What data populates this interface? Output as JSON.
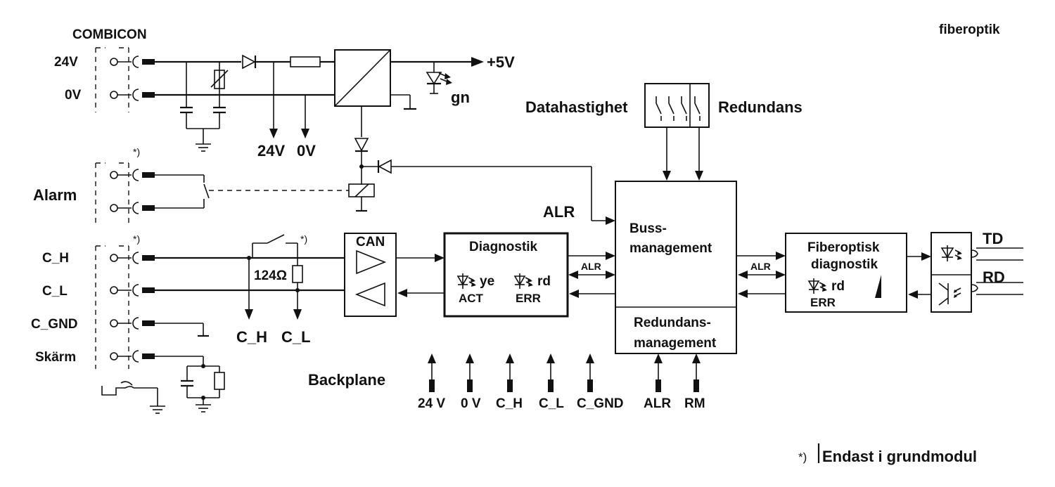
{
  "labels": {
    "combicon": "COMBICON",
    "fiberoptik": "fiberoptik",
    "v24": "24V",
    "v0": "0V",
    "plus5v": "+5V",
    "gn": "gn",
    "out24v": "24V",
    "out0v": "0V",
    "alarm": "Alarm",
    "star_alarm": "*)",
    "star_can": "*)",
    "star_switch": "*)",
    "c_h": "C_H",
    "c_l": "C_L",
    "c_gnd": "C_GND",
    "skarm": "Skärm",
    "resistor": "124Ω",
    "bus_c_h": "C_H",
    "bus_c_l": "C_L",
    "datahastighet": "Datahastighet",
    "redundans": "Redundans",
    "alr_side": "ALR",
    "can": "CAN",
    "diagnostik": "Diagnostik",
    "ye": "ye",
    "rd_diag": "rd",
    "act": "ACT",
    "err_diag": "ERR",
    "alr_mid": "ALR",
    "buss_line1": "Buss-",
    "buss_line2": "management",
    "redund_line1": "Redundans-",
    "redund_line2": "management",
    "alr_right": "ALR",
    "fiber_line1": "Fiberoptisk",
    "fiber_line2": "diagnostik",
    "rd_fiber": "rd",
    "err_fiber": "ERR",
    "td": "TD",
    "rd_out": "RD",
    "backplane": "Backplane",
    "footnote_star": "*)",
    "footnote_text": "Endast i grundmodul"
  },
  "backplane_pins": [
    "24 V",
    "0 V",
    "C_H",
    "C_L",
    "C_GND"
  ],
  "management_pins": [
    "ALR",
    "RM"
  ]
}
